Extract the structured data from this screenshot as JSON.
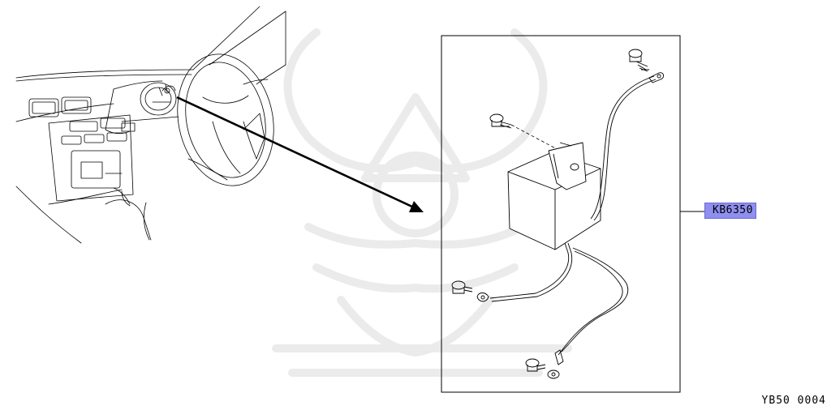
{
  "diagram": {
    "part_label": "KB6350",
    "reference_code": "YB50 0004",
    "accent_color": "#8f8ff0",
    "icons": {
      "dashboard": "dashboard-view-icon",
      "module": "control-module-icon",
      "bolt": "bolt-icon",
      "watermark": "samurai-helmet-watermark"
    }
  }
}
